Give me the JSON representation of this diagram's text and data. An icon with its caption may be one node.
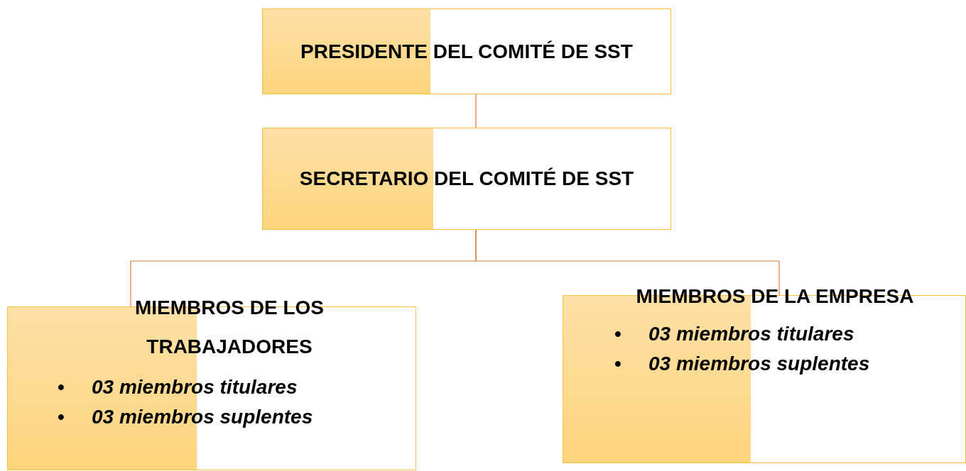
{
  "diagram": {
    "nodes": [
      {
        "text": [
          "PRESIDENTE DEL COMITÉ DE SST"
        ]
      },
      {
        "text": [
          "SECRETARIO DEL COMITÉ DE SST"
        ]
      },
      {
        "text": [
          "MIEMBROS DE LOS TRABAJADORES",
          "•",
          "03 miembros titulares",
          "•",
          "03 miembros suplentes"
        ]
      },
      {
        "text": [
          "MIEMBROS DE LA EMPRESA",
          "•",
          "03 miembros titulares",
          "•",
          "03 miembros suplentes"
        ]
      }
    ],
    "edges": [
      {
        "from": 0,
        "to": 1,
        "arrow": "none"
      },
      {
        "from": 1,
        "to": 2,
        "arrow": "none"
      },
      {
        "from": 1,
        "to": 3,
        "arrow": "none"
      }
    ]
  }
}
